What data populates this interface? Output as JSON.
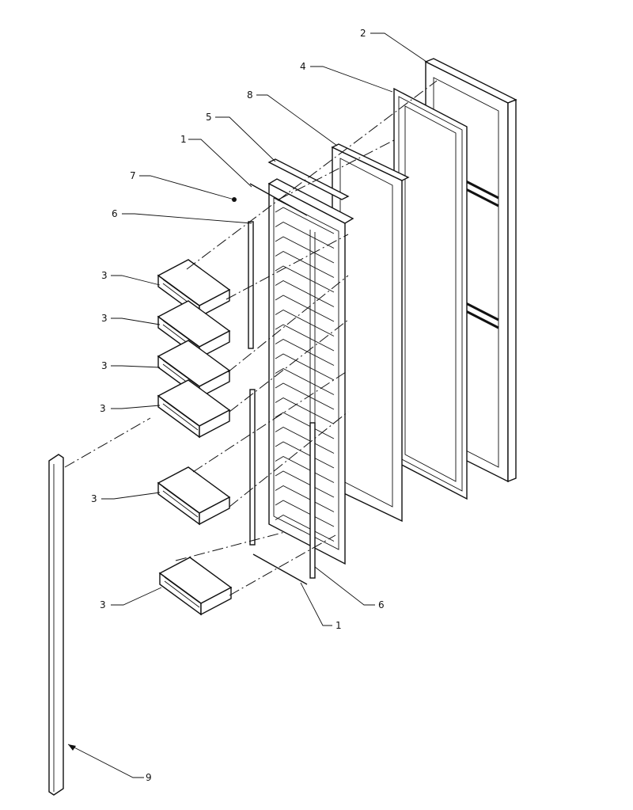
{
  "callouts": {
    "c1_top": "1",
    "c1_bottom": "1",
    "c2": "2",
    "c3_a": "3",
    "c3_b": "3",
    "c3_c": "3",
    "c3_d": "3",
    "c3_e": "3",
    "c3_f": "3",
    "c4": "4",
    "c5": "5",
    "c6_top": "6",
    "c6_bottom": "6",
    "c7": "7",
    "c8": "8",
    "c9": "9"
  }
}
